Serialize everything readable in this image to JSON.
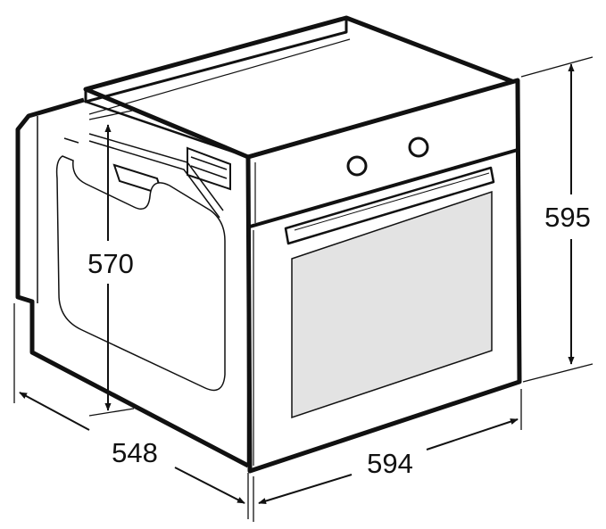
{
  "dimensions": {
    "depth_label": "548",
    "cavity_height_label": "570",
    "width_label": "594",
    "height_label": "595"
  },
  "colors": {
    "outline": "#111111",
    "window": "#e3e3e3",
    "background": "#ffffff"
  }
}
